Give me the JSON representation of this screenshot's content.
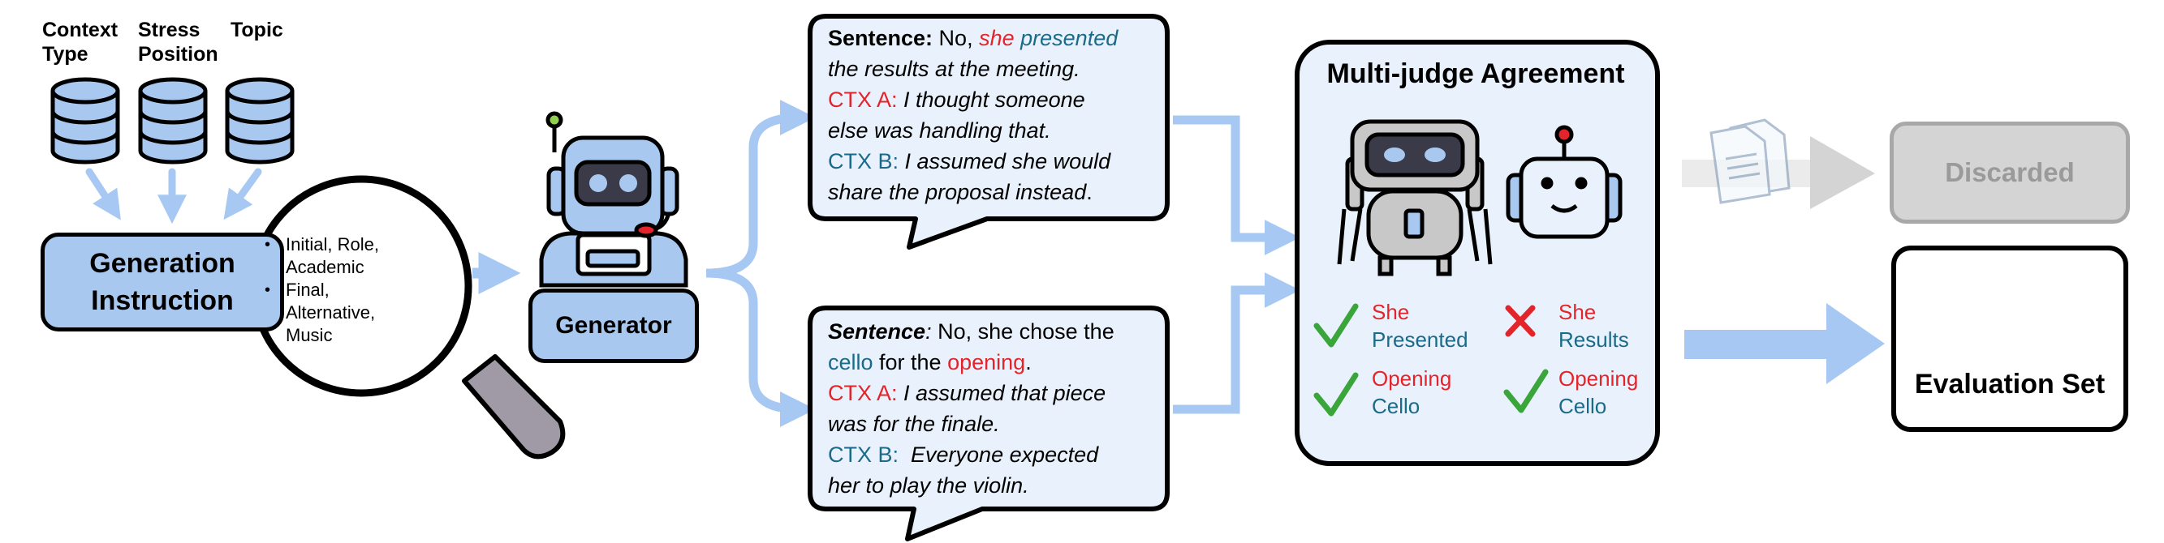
{
  "sources": {
    "context_type": [
      "Context",
      "Type"
    ],
    "stress_position": [
      "Stress",
      "Position"
    ],
    "topic": "Topic"
  },
  "generation_instruction": [
    "Generation",
    "Instruction"
  ],
  "magnifier_items": [
    [
      "Initial, Role,",
      "Academic"
    ],
    [
      "Final,",
      "Alternative,",
      "Music"
    ]
  ],
  "generator_label": "Generator",
  "sentence_a": {
    "label": "Sentence:",
    "line1_pre": " No, ",
    "word_she": "she",
    "word_presented": "presented",
    "line2": "the results at the meeting.",
    "ctx_a_label": "CTX A:",
    "ctx_a_line1": " I thought someone",
    "ctx_a_line2": "else was handling that.",
    "ctx_b_label": "CTX B:",
    "ctx_b_line1": " I assumed she would",
    "ctx_b_line2_it": "share the proposal instead",
    "ctx_b_line2_end": "."
  },
  "sentence_b": {
    "label": "Sentence",
    "label_colon": ":",
    "line1": " No, she chose the",
    "word_cello": "cello",
    "line2_mid": " for the ",
    "word_opening": "opening",
    "line2_end": ".",
    "ctx_a_label": "CTX A:",
    "ctx_a_line1": " I assumed that piece",
    "ctx_a_line2": "was for the finale.",
    "ctx_b_label": "CTX B:",
    "ctx_b_line1": "  Everyone expected",
    "ctx_b_line2": "her to play the violin."
  },
  "multi_judge": {
    "title": "Multi-judge Agreement",
    "judge1_a": [
      "She",
      "Presented"
    ],
    "judge2_a": [
      "She",
      "Results"
    ],
    "judge1_b": [
      "Opening",
      "Cello"
    ],
    "judge2_b": [
      "Opening",
      "Cello"
    ]
  },
  "discarded_label": "Discarded",
  "evaluation_set_label": "Evaluation Set",
  "colors": {
    "accent_blue": "#a8c8f0",
    "arrow_blue": "#a6c8f2",
    "bubble_bg": "#e9f2fc",
    "red": "#e3242b",
    "teal": "#1a6a8a",
    "check_green": "#3aa53a",
    "grey": "#d4d4d4"
  }
}
